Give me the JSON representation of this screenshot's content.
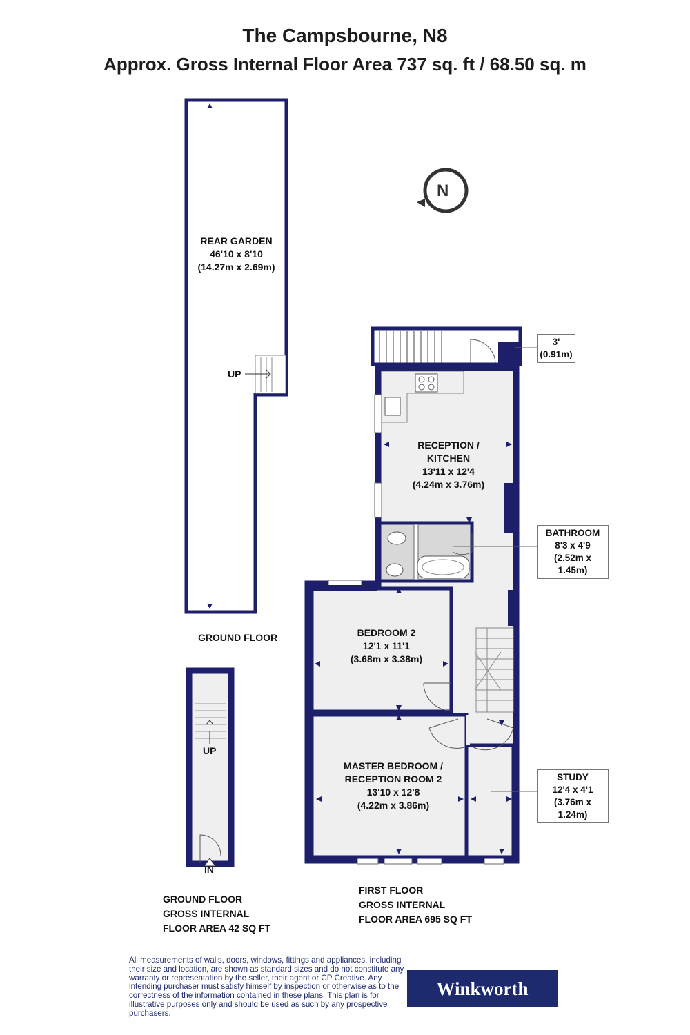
{
  "header": {
    "title": "The Campsbourne, N8",
    "subtitle": "Approx. Gross Internal Floor Area 737 sq. ft / 68.50 sq. m"
  },
  "rooms": {
    "rear_garden": {
      "name": "REAR GARDEN",
      "imperial": "46'10 x 8'10",
      "metric": "(14.27m x 2.69m)"
    },
    "reception_kitchen": {
      "name_line1": "RECEPTION /",
      "name_line2": "KITCHEN",
      "imperial": "13'11 x 12'4",
      "metric": "(4.24m x 3.76m)"
    },
    "bathroom": {
      "name": "BATHROOM",
      "imperial": "8'3 x 4'9",
      "metric": "(2.52m x 1.45m)"
    },
    "bedroom2": {
      "name": "BEDROOM 2",
      "imperial": "12'1 x 11'1",
      "metric": "(3.68m x 3.38m)"
    },
    "master_bedroom": {
      "name_line1": "MASTER BEDROOM /",
      "name_line2": "RECEPTION ROOM 2",
      "imperial": "13'10 x 12'8",
      "metric": "(4.22m x 3.86m)"
    },
    "study": {
      "name": "STUDY",
      "imperial": "12'4 x 4'1",
      "metric": "(3.76m x 1.24m)"
    },
    "balcony_width": {
      "imperial": "3'",
      "metric": "(0.91m)"
    }
  },
  "labels": {
    "up_garden": "UP",
    "up_hall": "UP",
    "entrance": "IN",
    "ground_floor": "GROUND FLOOR",
    "compass": "N"
  },
  "floor_areas": {
    "ground": [
      "GROUND FLOOR",
      "GROSS INTERNAL",
      "FLOOR AREA 42 SQ FT"
    ],
    "first": [
      "FIRST FLOOR",
      "GROSS INTERNAL",
      "FLOOR AREA 695 SQ FT"
    ]
  },
  "disclaimer": "All measurements of walls, doors, windows, fittings and appliances, including their size and location, are shown as standard sizes and do not constitute any warranty or representation by the seller, their agent or CP Creative. Any intending purchaser must satisfy himself by inspection or otherwise as to the correctness of the information contained in these plans. This plan is for illustrative purposes only and should be used as such by any prospective purchasers.",
  "brand": "Winkworth",
  "colors": {
    "wall": "#1e1f6b",
    "floor": "#efefef",
    "brand_bg": "#1e2a6e"
  }
}
